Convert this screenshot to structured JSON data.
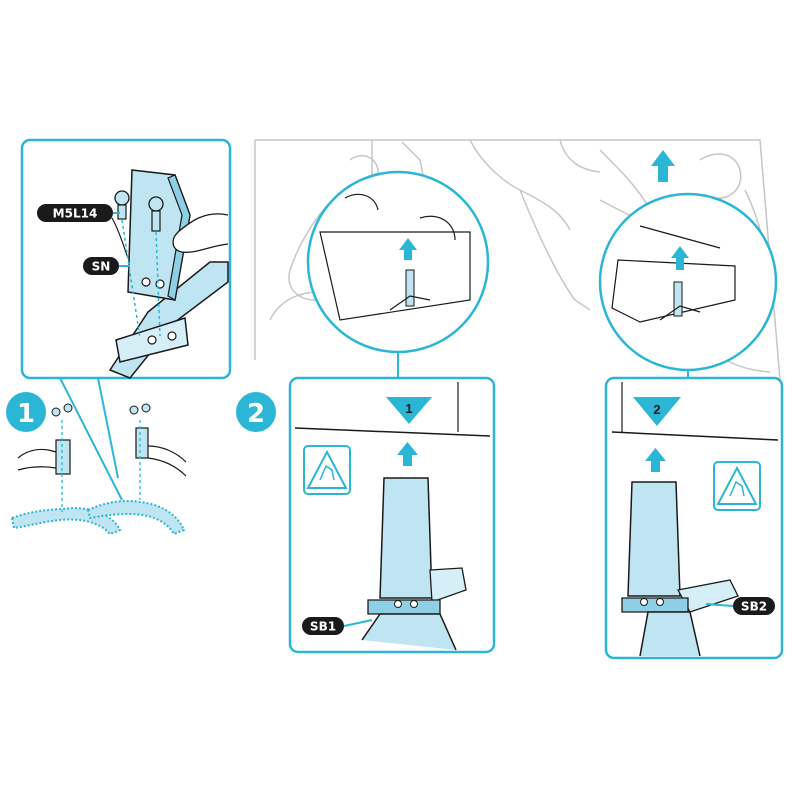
{
  "colors": {
    "accent": "#2bb6d6",
    "part_fill": "#bfe4f2",
    "outline": "#1a1a1a",
    "label_bg": "#1a1a1a",
    "scene_line": "#c6c6c6"
  },
  "steps": [
    {
      "number": "1"
    },
    {
      "number": "2"
    }
  ],
  "labels": {
    "screw": "M5L14",
    "bracket": "SN",
    "stand_left": "SB1",
    "stand_right": "SB2"
  },
  "markers": {
    "first": "1",
    "second": "2"
  },
  "icons": {
    "caution_left": "pinch-warning-icon",
    "caution_right": "pinch-warning-icon",
    "arrow": "arrow-up-icon"
  }
}
